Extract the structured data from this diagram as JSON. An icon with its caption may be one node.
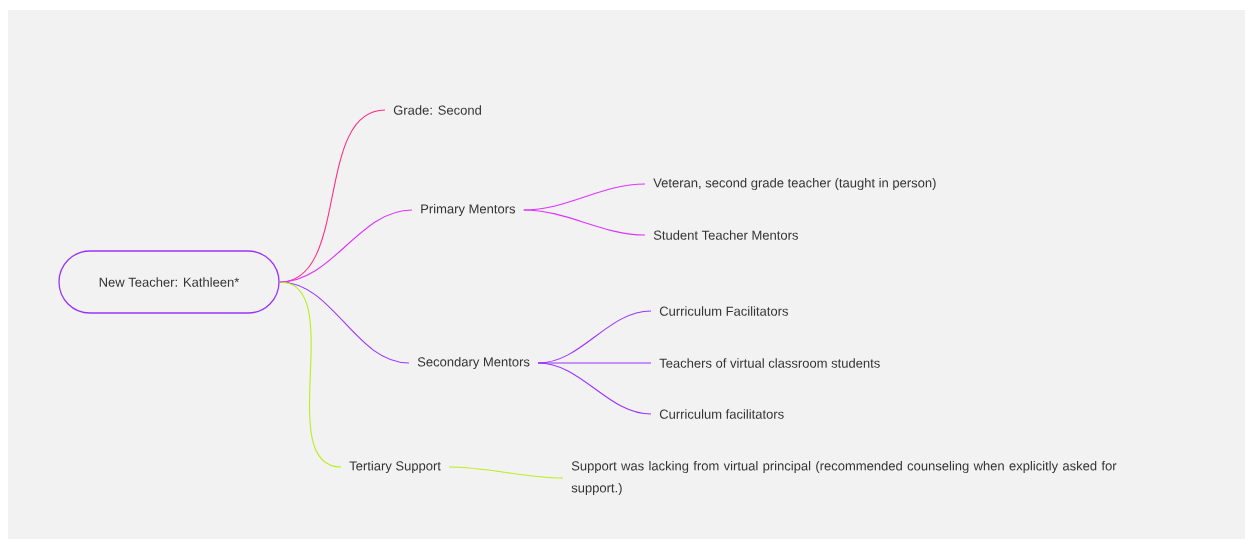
{
  "diagram": {
    "nodes": [
      {
        "text": [
          "New Teacher: Kathleen*"
        ]
      },
      {
        "text": [
          "Grade: Second"
        ]
      },
      {
        "text": [
          "Primary Mentors"
        ]
      },
      {
        "text": [
          "Veteran, second grade teacher (taught in person)"
        ]
      },
      {
        "text": [
          "Student Teacher Mentors"
        ]
      },
      {
        "text": [
          "Secondary Mentors"
        ]
      },
      {
        "text": [
          "Curriculum Facilitators"
        ]
      },
      {
        "text": [
          "Teachers of virtual classroom students"
        ]
      },
      {
        "text": [
          "Curriculum facilitators"
        ]
      },
      {
        "text": [
          "Tertiary Support"
        ]
      },
      {
        "text": [
          "Support was lacking from virtual principal (recommended counseling when explicitly asked for support.)"
        ]
      }
    ],
    "edges": [
      {
        "from": 0,
        "to": 1,
        "arrow": "none",
        "color": "#ff2a85"
      },
      {
        "from": 0,
        "to": 2,
        "arrow": "none",
        "color": "#dd33ff"
      },
      {
        "from": 2,
        "to": 3,
        "arrow": "none",
        "color": "#dd33ff"
      },
      {
        "from": 2,
        "to": 4,
        "arrow": "none",
        "color": "#dd33ff"
      },
      {
        "from": 0,
        "to": 5,
        "arrow": "none",
        "color": "#9933ff"
      },
      {
        "from": 5,
        "to": 6,
        "arrow": "none",
        "color": "#9933ff"
      },
      {
        "from": 5,
        "to": 7,
        "arrow": "none",
        "color": "#9933ff"
      },
      {
        "from": 5,
        "to": 8,
        "arrow": "none",
        "color": "#9933ff"
      },
      {
        "from": 0,
        "to": 9,
        "arrow": "none",
        "color": "#b8ee1a"
      },
      {
        "from": 9,
        "to": 10,
        "arrow": "none",
        "color": "#b8ee1a"
      }
    ]
  }
}
